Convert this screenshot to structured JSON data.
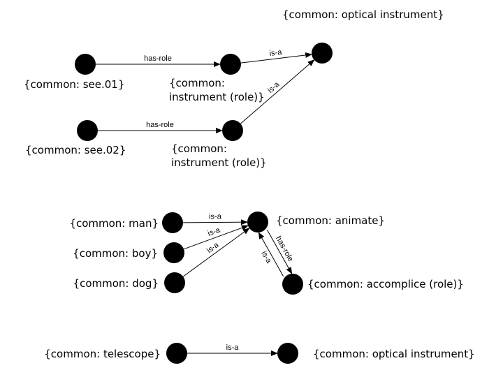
{
  "colors": {
    "node": "#000000",
    "edge": "#000000",
    "background": "#ffffff"
  },
  "nodes": [
    {
      "id": "see01",
      "lines": [
        "{common: see.01}"
      ]
    },
    {
      "id": "inst1",
      "lines": [
        "{common:",
        "instrument (role)}"
      ]
    },
    {
      "id": "optical1",
      "lines": [
        "{common: optical instrument}"
      ]
    },
    {
      "id": "see02",
      "lines": [
        "{common: see.02}"
      ]
    },
    {
      "id": "inst2",
      "lines": [
        "{common:",
        "instrument (role)}"
      ]
    },
    {
      "id": "man",
      "lines": [
        "{common: man}"
      ]
    },
    {
      "id": "boy",
      "lines": [
        "{common: boy}"
      ]
    },
    {
      "id": "dog",
      "lines": [
        "{common: dog}"
      ]
    },
    {
      "id": "animate",
      "lines": [
        "{common: animate}"
      ]
    },
    {
      "id": "accomplice",
      "lines": [
        "{common: accomplice (role)}"
      ]
    },
    {
      "id": "telescope",
      "lines": [
        "{common: telescope}"
      ]
    },
    {
      "id": "optical2",
      "lines": [
        "{common: optical instrument}"
      ]
    }
  ],
  "edges": [
    {
      "from": "see01",
      "to": "inst1",
      "label": "has-role"
    },
    {
      "from": "inst1",
      "to": "optical1",
      "label": "is-a"
    },
    {
      "from": "inst2",
      "to": "optical1",
      "label": "is-a"
    },
    {
      "from": "see02",
      "to": "inst2",
      "label": "has-role"
    },
    {
      "from": "man",
      "to": "animate",
      "label": "is-a"
    },
    {
      "from": "boy",
      "to": "animate",
      "label": "is-a"
    },
    {
      "from": "dog",
      "to": "animate",
      "label": "is-a"
    },
    {
      "from": "accomplice",
      "to": "animate",
      "label": "is-a"
    },
    {
      "from": "animate",
      "to": "accomplice",
      "label": "has-role"
    },
    {
      "from": "telescope",
      "to": "optical2",
      "label": "is-a"
    }
  ]
}
